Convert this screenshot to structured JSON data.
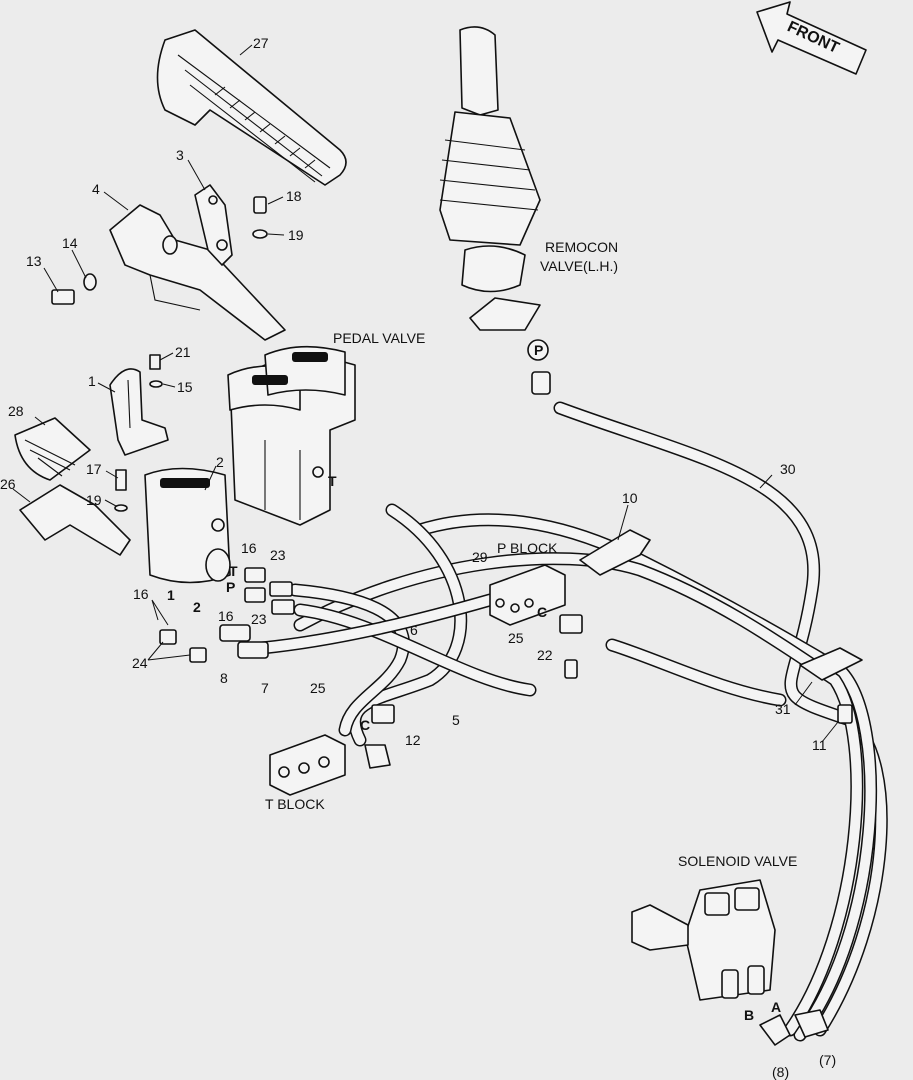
{
  "diagram": {
    "direction": "FRONT",
    "assemblies": {
      "remocon": [
        "REMOCON",
        "VALVE(L.H.)"
      ],
      "pedal_valve": "PEDAL VALVE",
      "p_block": "P BLOCK",
      "t_block": "T BLOCK",
      "solenoid_valve": "SOLENOID VALVE"
    },
    "ports": {
      "p_remocon": "P",
      "t_pedal": "T",
      "t_left": "T",
      "p_left": "P",
      "one": "1",
      "two": "2",
      "c_pblock": "C",
      "c_tblock": "C",
      "a_solenoid": "A",
      "b_solenoid": "B"
    },
    "callouts": {
      "c27": "27",
      "c3": "3",
      "c4": "4",
      "c18": "18",
      "c19a": "19",
      "c14": "14",
      "c13": "13",
      "c21": "21",
      "c1": "1",
      "c15": "15",
      "c28": "28",
      "c2": "2",
      "c17": "17",
      "c26": "26",
      "c19b": "19",
      "c16a": "16",
      "c23a": "23",
      "c16b": "16",
      "c23b": "23",
      "c16c": "16",
      "c24": "24",
      "c8": "8",
      "c7": "7",
      "c6": "6",
      "c29": "29",
      "c25a": "25",
      "c22": "22",
      "c10": "10",
      "c30": "30",
      "c31": "31",
      "c11": "11",
      "c5": "5",
      "c25b": "25",
      "c12": "12",
      "c8p": "(8)",
      "c7p": "(7)"
    }
  }
}
